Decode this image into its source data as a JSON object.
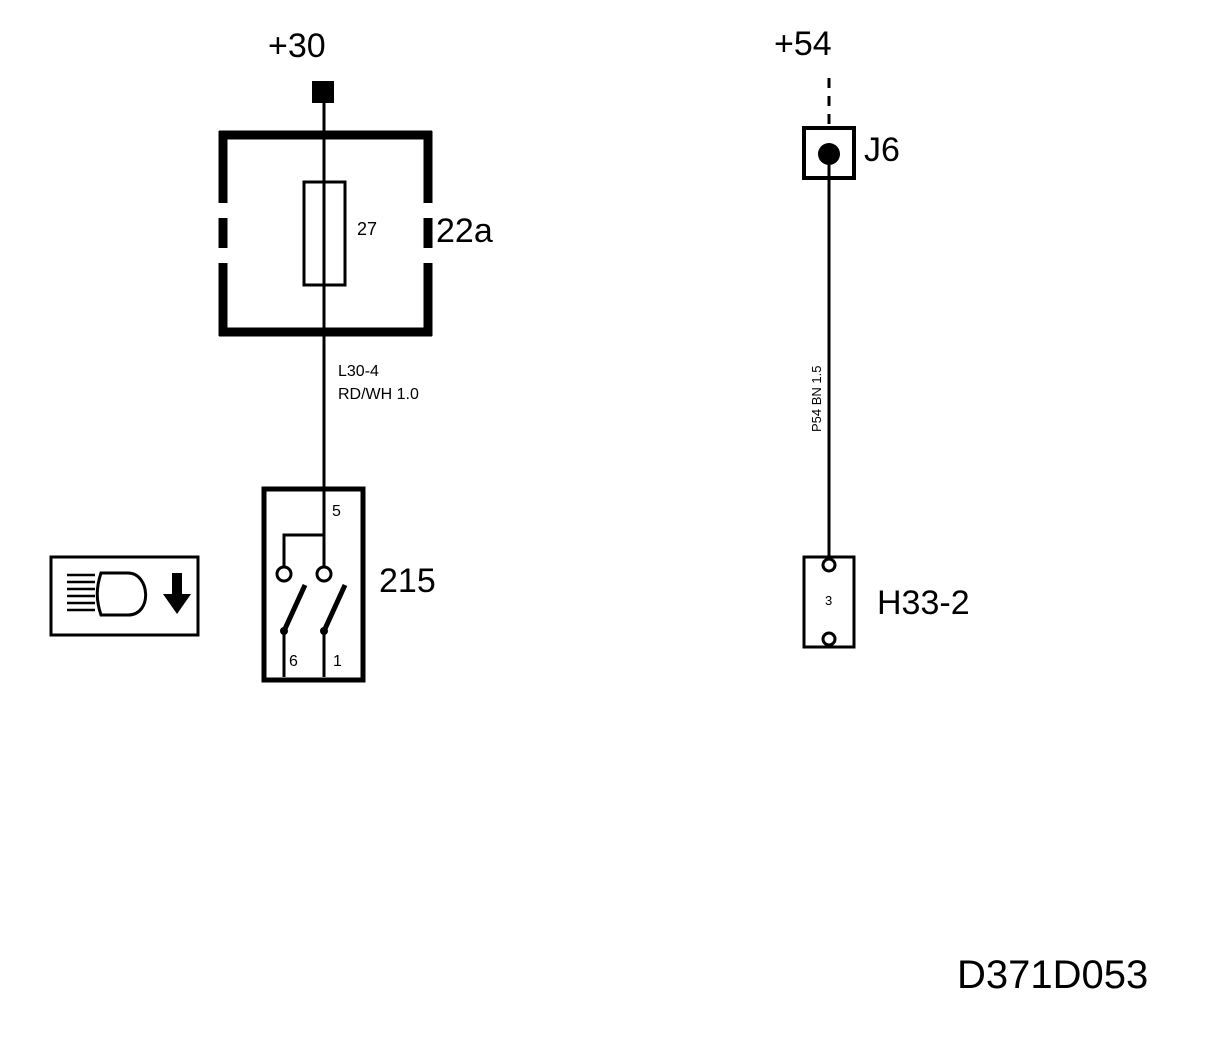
{
  "terminals": {
    "plus30": "+30",
    "plus54": "+54"
  },
  "fuse_box": {
    "id": "22a",
    "fuse_number": "27"
  },
  "wire_left": {
    "code": "L30-4",
    "spec": "RD/WH 1.0"
  },
  "wire_right": {
    "spec": "P54 BN 1.5"
  },
  "connector_j6": {
    "id": "J6"
  },
  "switch": {
    "id": "215",
    "pin_top": "5",
    "pin_left": "6",
    "pin_right": "1",
    "icon": "headlight-low-beam-down-icon"
  },
  "connector_h33": {
    "id": "H33-2",
    "pin": "3"
  },
  "diagram_id": "D371D053",
  "colors": {
    "ink": "#000000",
    "paper": "#ffffff"
  }
}
